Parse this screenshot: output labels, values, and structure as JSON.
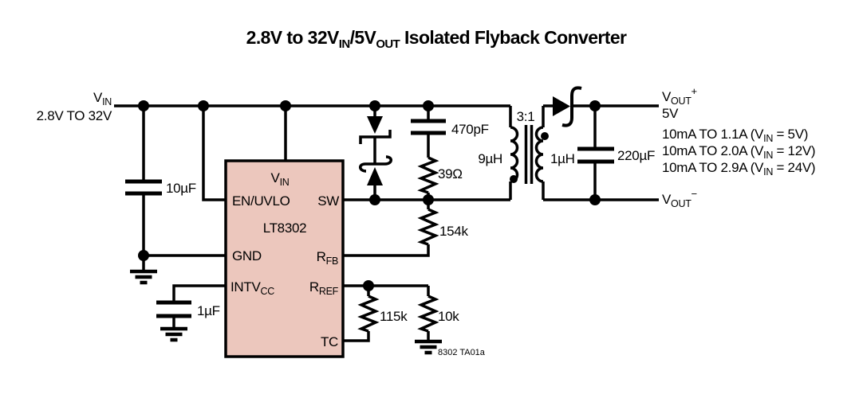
{
  "title": {
    "p1": "2.8V to 32V",
    "s1": "IN",
    "p2": "/5V",
    "s2": "OUT",
    "p3": " Isolated Flyback Converter"
  },
  "colors": {
    "ic_fill": "#ecc7bd",
    "line": "#000000"
  },
  "input": {
    "name_base": "V",
    "name_sub": "IN",
    "range": "2.8V TO 32V",
    "cap_value": "10µF"
  },
  "ic": {
    "part": "LT8302",
    "pin_vin_base": "V",
    "pin_vin_sub": "IN",
    "pin_en": "EN/UVLO",
    "pin_sw": "SW",
    "pin_gnd": "GND",
    "pin_rfb_base": "R",
    "pin_rfb_sub": "FB",
    "pin_intv_base": "INTV",
    "pin_intv_sub": "CC",
    "pin_rref_base": "R",
    "pin_rref_sub": "REF",
    "pin_tc": "TC"
  },
  "snubber": {
    "cap_value": "470pF",
    "res_value": "39Ω"
  },
  "feedback": {
    "rfb_value": "154k",
    "r115_value": "115k",
    "r10_value": "10k"
  },
  "vcc_cap_value": "1µF",
  "transformer": {
    "ratio": "3:1",
    "primary": "9µH",
    "secondary": "1µH"
  },
  "output": {
    "cap_value": "220µF",
    "vout_base": "V",
    "vout_sub": "OUT",
    "plus": "+",
    "minus": "−",
    "volts": "5V",
    "ratings": [
      {
        "pre": "10mA TO 1.1A (V",
        "sub": "IN",
        "post": " = 5V)"
      },
      {
        "pre": "10mA TO 2.0A (V",
        "sub": "IN",
        "post": " = 12V)"
      },
      {
        "pre": "10mA TO 2.9A (V",
        "sub": "IN",
        "post": " = 24V)"
      }
    ]
  },
  "note": "8302 TA01a"
}
